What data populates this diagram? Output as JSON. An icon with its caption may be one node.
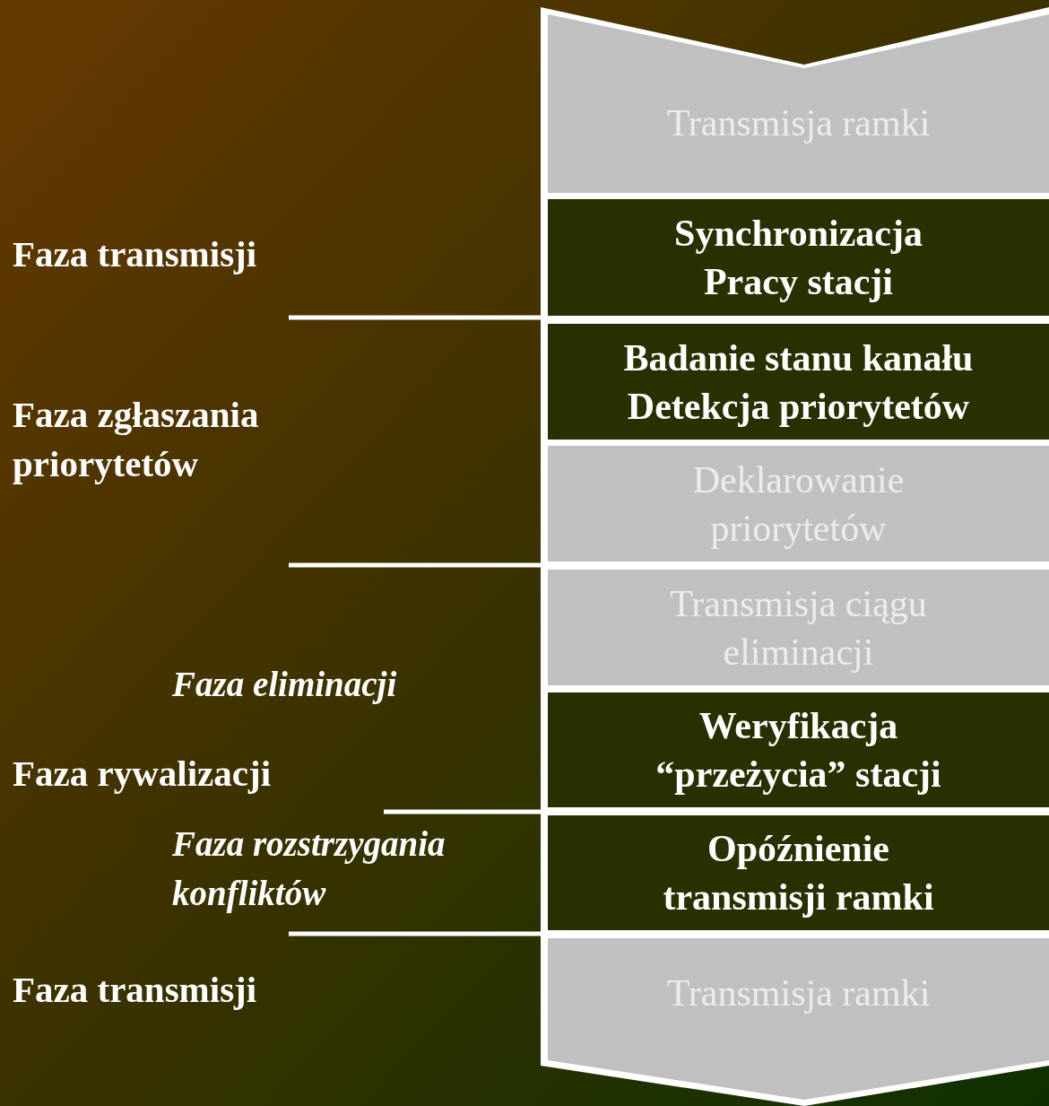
{
  "diagram": {
    "nodes": [
      {
        "text": [
          "Transmisja ramki"
        ]
      },
      {
        "text": [
          "Synchronizacja Pracy stacji"
        ]
      },
      {
        "text": [
          "Badanie stanu kanału Detekcja priorytetów"
        ]
      },
      {
        "text": [
          "Deklarowanie priorytetów"
        ]
      },
      {
        "text": [
          "Transmisja ciągu eliminacji"
        ]
      },
      {
        "text": [
          "Weryfikacja “przeżycia” stacji"
        ]
      },
      {
        "text": [
          "Opóźnienie transmisji ramki"
        ]
      },
      {
        "text": [
          "Transmisja ramki"
        ]
      }
    ],
    "labels": [
      "Faza transmisji",
      "Faza zgłaszania priorytetów",
      "Faza eliminacji",
      "Faza rywalizacji",
      "Faza rozstrzygania konfliktów",
      "Faza transmisji"
    ]
  }
}
